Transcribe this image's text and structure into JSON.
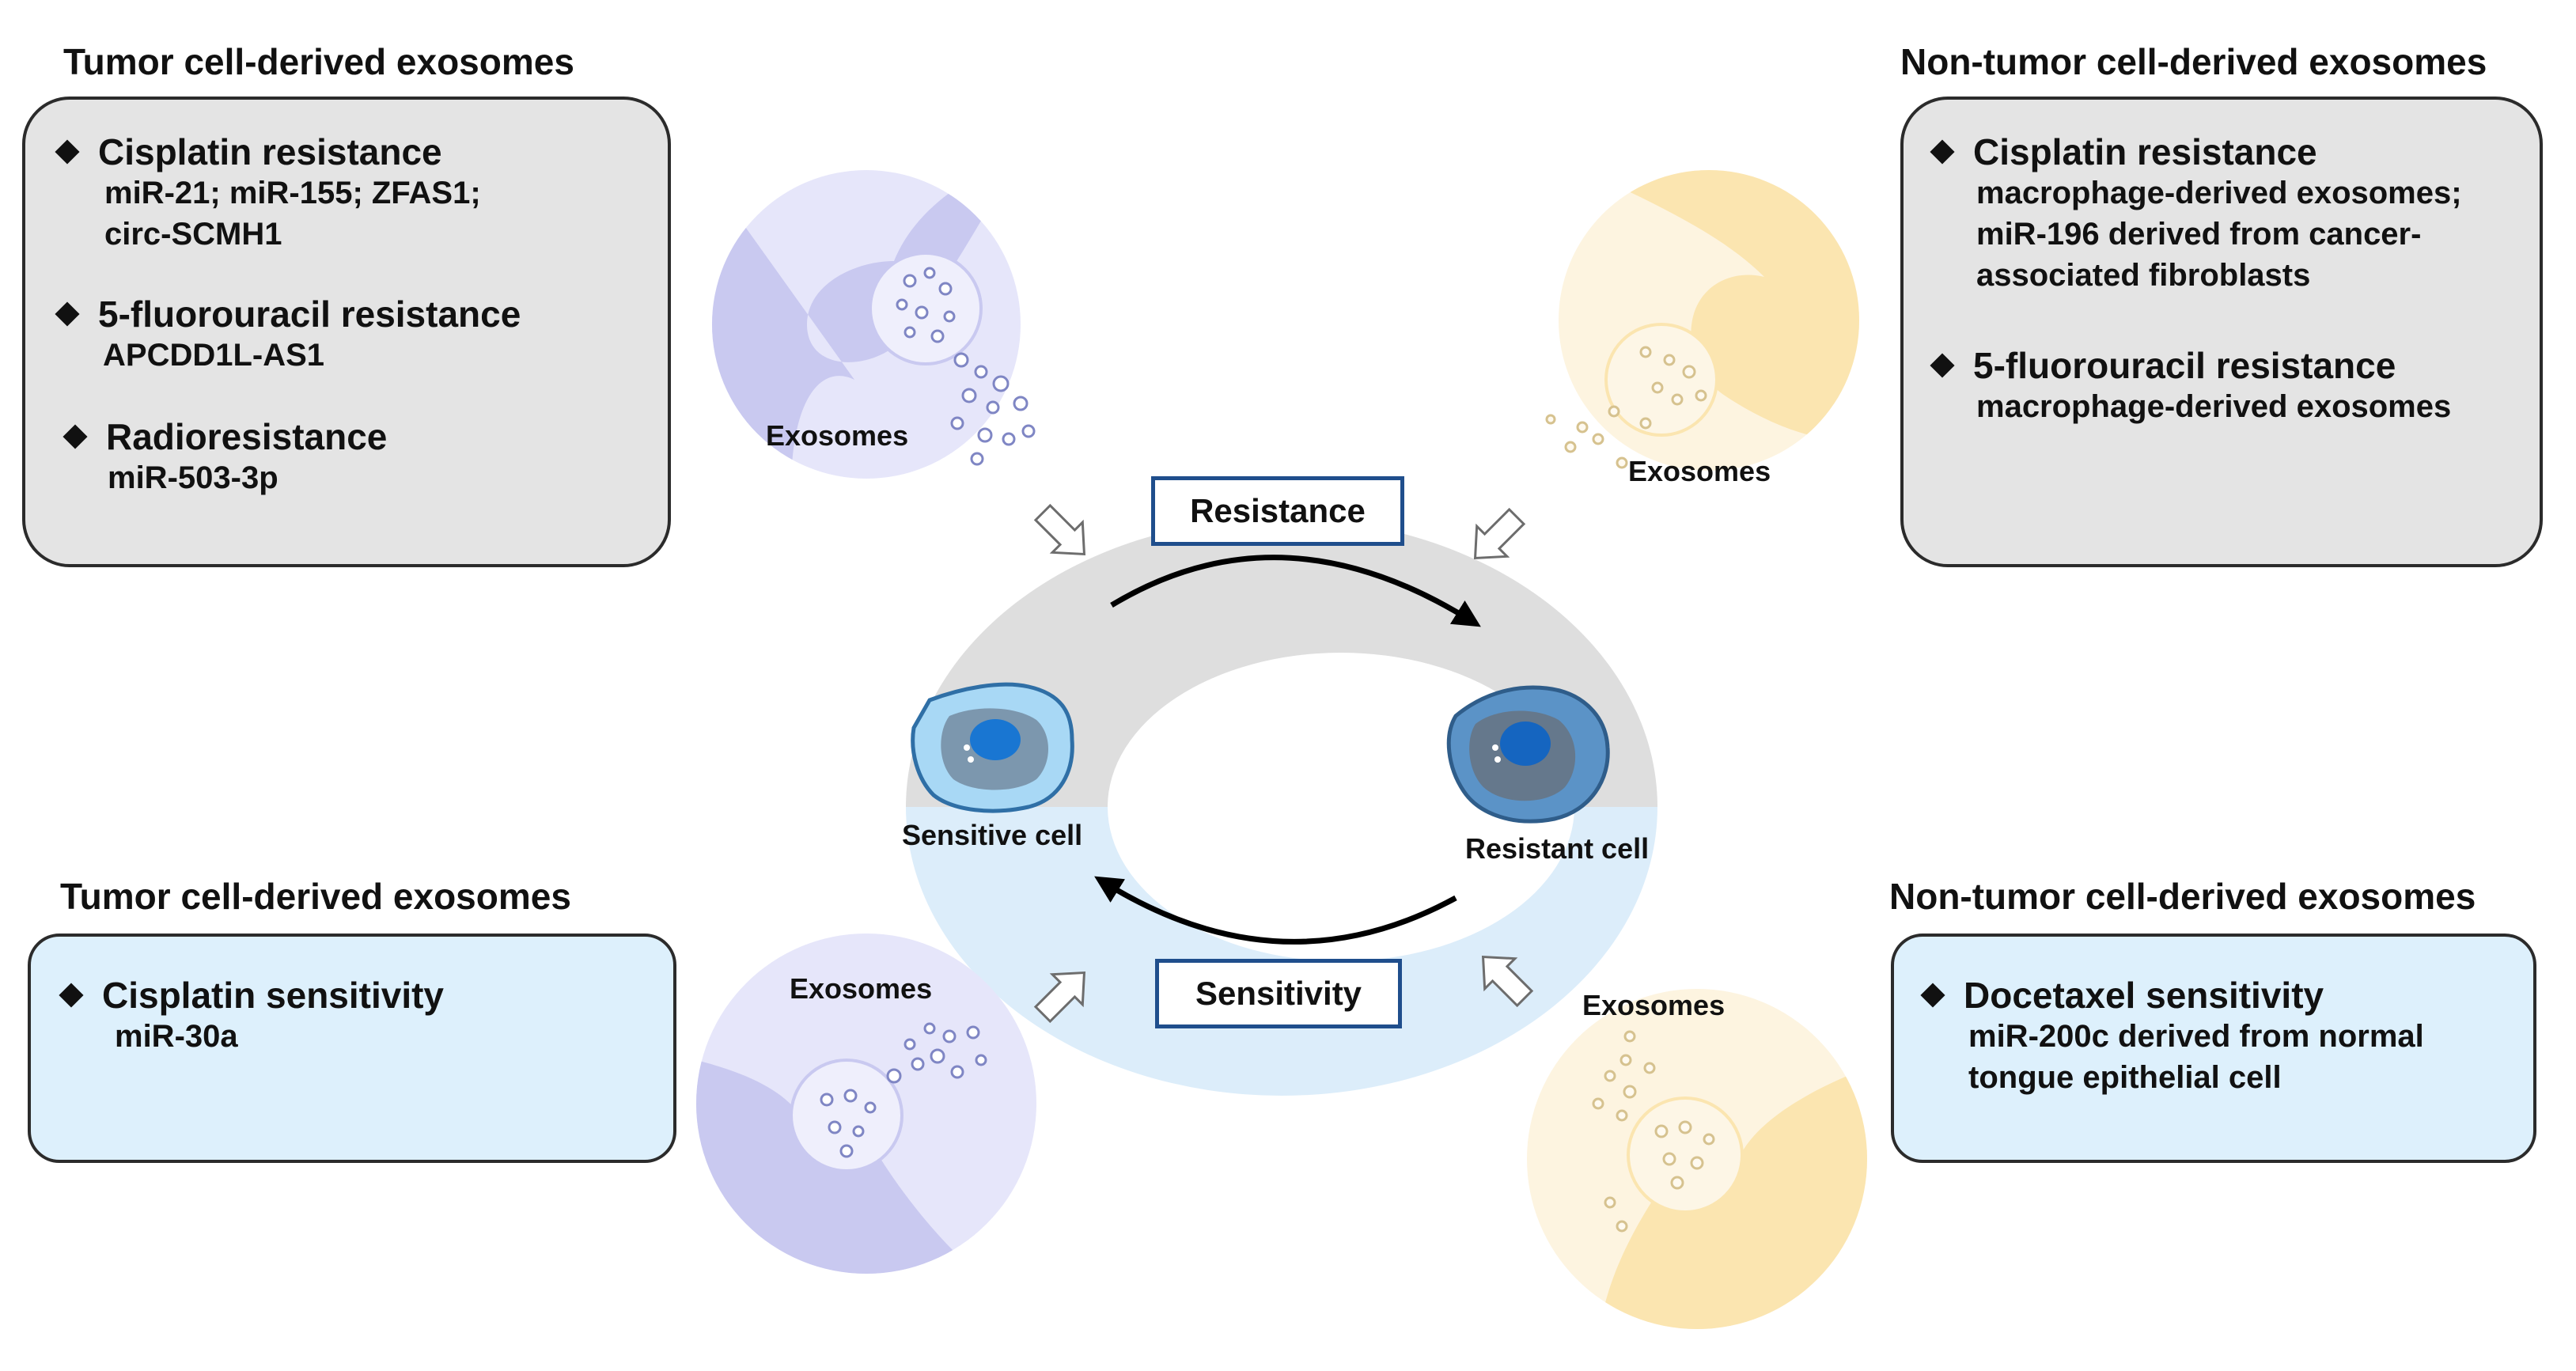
{
  "top_left": {
    "heading": "Tumor cell-derived exosomes",
    "sections": [
      {
        "title": "Cisplatin resistance",
        "body": "miR-21; miR-155; ZFAS1;\ncirc-SCMH1"
      },
      {
        "title": "5-fluorouracil resistance",
        "body": "APCDD1L-AS1"
      },
      {
        "title": "Radioresistance",
        "body": "miR-503-3p"
      }
    ]
  },
  "top_right": {
    "heading": "Non-tumor cell-derived exosomes",
    "sections": [
      {
        "title": "Cisplatin resistance",
        "body": "macrophage-derived exosomes;\nmiR-196 derived from cancer-\nassociated fibroblasts"
      },
      {
        "title": "5-fluorouracil resistance",
        "body": "macrophage-derived exosomes"
      }
    ]
  },
  "bottom_left": {
    "heading": "Tumor cell-derived exosomes",
    "sections": [
      {
        "title": "Cisplatin sensitivity",
        "body": "miR-30a"
      }
    ]
  },
  "bottom_right": {
    "heading": "Non-tumor cell-derived exosomes",
    "sections": [
      {
        "title": "Docetaxel sensitivity",
        "body": "miR-200c derived from normal\ntongue epithelial cell"
      }
    ]
  },
  "center": {
    "resistance_label": "Resistance",
    "sensitivity_label": "Sensitivity",
    "sensitive_cell": "Sensitive  cell",
    "resistant_cell": "Resistant cell",
    "exosomes_label": "Exosomes"
  },
  "colors": {
    "gray_box": "#e4e4e4",
    "blue_box": "#ddf0fc",
    "label_border": "#1f4e8c",
    "purple_cell": "#c9c9f0",
    "yellow_cell": "#fbe5b0"
  }
}
